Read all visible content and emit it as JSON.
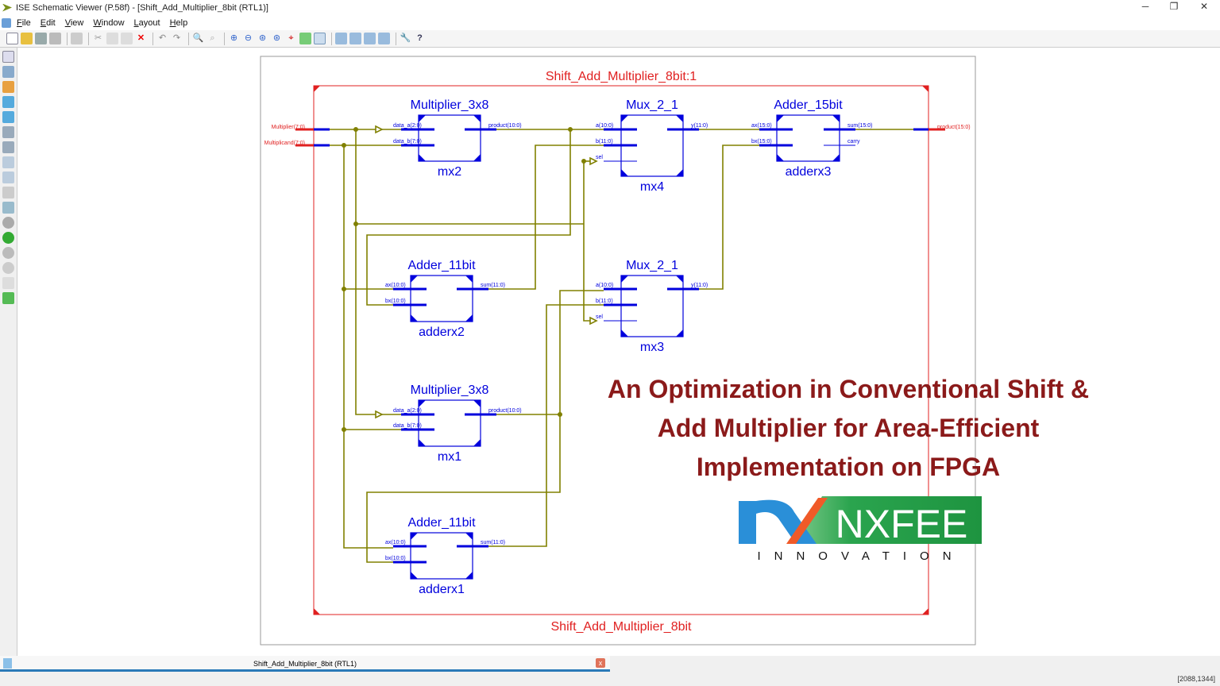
{
  "window": {
    "title": "ISE Schematic Viewer (P.58f) - [Shift_Add_Multiplier_8bit (RTL1)]",
    "minimize": "─",
    "restore": "❐",
    "close": "✕"
  },
  "menu": [
    {
      "label": "File",
      "u": "F",
      "rest": "ile"
    },
    {
      "label": "Edit",
      "u": "E",
      "rest": "dit"
    },
    {
      "label": "View",
      "u": "V",
      "rest": "iew"
    },
    {
      "label": "Window",
      "u": "W",
      "rest": "indow"
    },
    {
      "label": "Layout",
      "u": "L",
      "rest": "ayout"
    },
    {
      "label": "Help",
      "u": "H",
      "rest": "elp"
    }
  ],
  "schematic": {
    "top_title": "Shift_Add_Multiplier_8bit:1",
    "bottom_title": "Shift_Add_Multiplier_8bit",
    "inputs": [
      "Multiplier(7:0)",
      "Multiplicand(7:0)"
    ],
    "output": "product(15:0)",
    "blocks": [
      {
        "type": "Multiplier_3x8",
        "inst": "mx2",
        "in": [
          "data_a(2:0)",
          "data_b(7:0)"
        ],
        "out": [
          "product(10:0)"
        ]
      },
      {
        "type": "Mux_2_1",
        "inst": "mx4",
        "in": [
          "a(10:0)",
          "b(11:0)",
          "sel"
        ],
        "out": [
          "y(11:0)"
        ]
      },
      {
        "type": "Adder_15bit",
        "inst": "adderx3",
        "in": [
          "ax(15:0)",
          "bx(15:0)"
        ],
        "out": [
          "sum(15:0)",
          "carry"
        ]
      },
      {
        "type": "Adder_11bit",
        "inst": "adderx2",
        "in": [
          "ax(10:0)",
          "bx(10:0)"
        ],
        "out": [
          "sum(11:0)"
        ]
      },
      {
        "type": "Mux_2_1",
        "inst": "mx3",
        "in": [
          "a(10:0)",
          "b(11:0)",
          "sel"
        ],
        "out": [
          "y(11:0)"
        ]
      },
      {
        "type": "Multiplier_3x8",
        "inst": "mx1",
        "in": [
          "data_a(2:0)",
          "data_b(7:0)"
        ],
        "out": [
          "product(10:0)"
        ]
      },
      {
        "type": "Adder_11bit",
        "inst": "adderx1",
        "in": [
          "ax(10:0)",
          "bx(10:0)"
        ],
        "out": [
          "sum(11:0)"
        ]
      }
    ]
  },
  "overlay": {
    "lines": [
      "An Optimization in Conventional Shift &",
      "Add Multiplier for Area-Efficient",
      "Implementation on FPGA"
    ]
  },
  "logo": {
    "brand": "NXFEE",
    "tagline": "INNOVATION"
  },
  "tab": {
    "label": "Shift_Add_Multiplier_8bit (RTL1)",
    "close": "x"
  },
  "status": {
    "coords": "[2088,1344]"
  },
  "colors": {
    "wire": "#808000",
    "block": "#0000dd",
    "frame": "#e02020",
    "title": "#8b1a1a"
  }
}
